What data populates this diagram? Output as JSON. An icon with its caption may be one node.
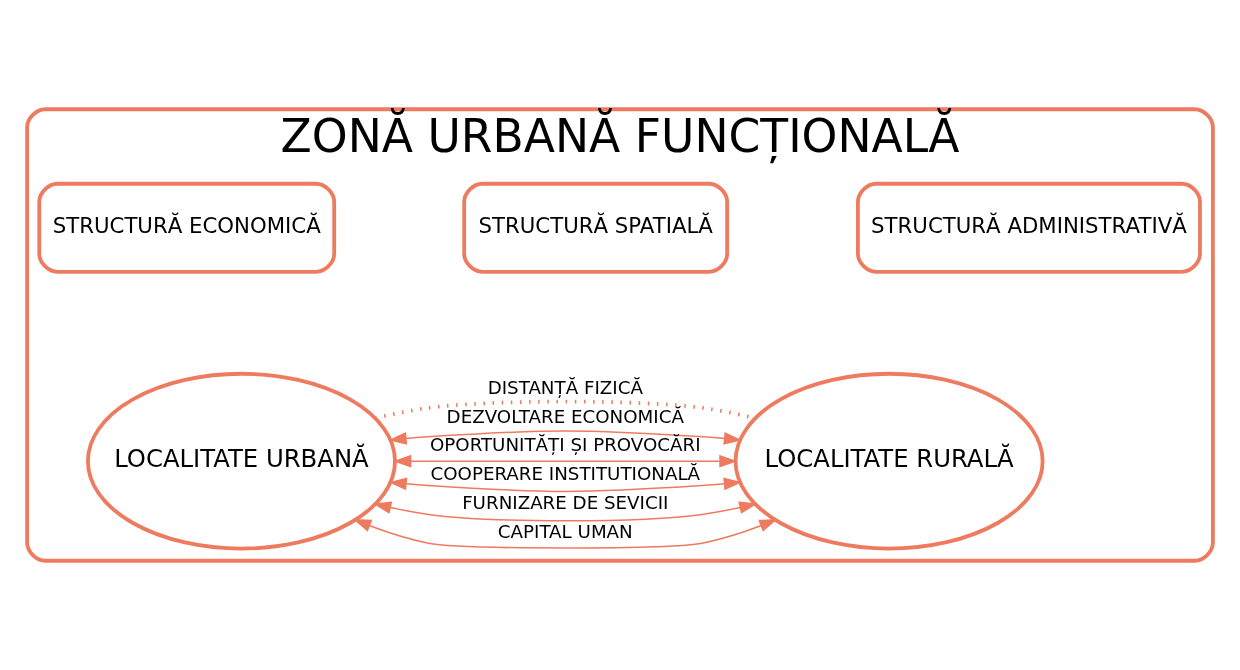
{
  "diagram": {
    "nodes": [
      {
        "text": [
          "ZONĂ URBANĂ FUNCȚIONALĂ"
        ]
      },
      {
        "text": [
          "STRUCTURĂ ECONOMICĂ"
        ],
        "in": 0
      },
      {
        "text": [
          "STRUCTURĂ SPATIALĂ"
        ],
        "in": 0
      },
      {
        "text": [
          "STRUCTURĂ ADMINISTRATIVĂ"
        ],
        "in": 0
      },
      {
        "text": [
          "LOCALITATE URBANĂ"
        ],
        "in": 0
      },
      {
        "text": [
          "LOCALITATE RURALĂ"
        ],
        "in": 0
      }
    ],
    "edges": [
      {
        "from": 4,
        "to": 5,
        "arrow": "both",
        "label": "CAPITAL UMAN"
      },
      {
        "from": 4,
        "to": 5,
        "arrow": "both",
        "label": "DEZVOLTARE ECONOMICĂ"
      },
      {
        "from": 4,
        "to": 5,
        "arrow": "both",
        "label": "FURNIZARE DE SEVICII"
      },
      {
        "from": 4,
        "to": 5,
        "arrow": "both",
        "label": "COOPERARE INSTITUTIONALĂ"
      },
      {
        "from": 4,
        "to": 5,
        "arrow": "both",
        "label": "OPORTUNITĂȚI ȘI PROVOCĂRI"
      },
      {
        "from": 4,
        "to": 5,
        "arrow": "none",
        "label": "DISTANȚĂ FIZICĂ",
        "style": "dashed"
      }
    ]
  }
}
